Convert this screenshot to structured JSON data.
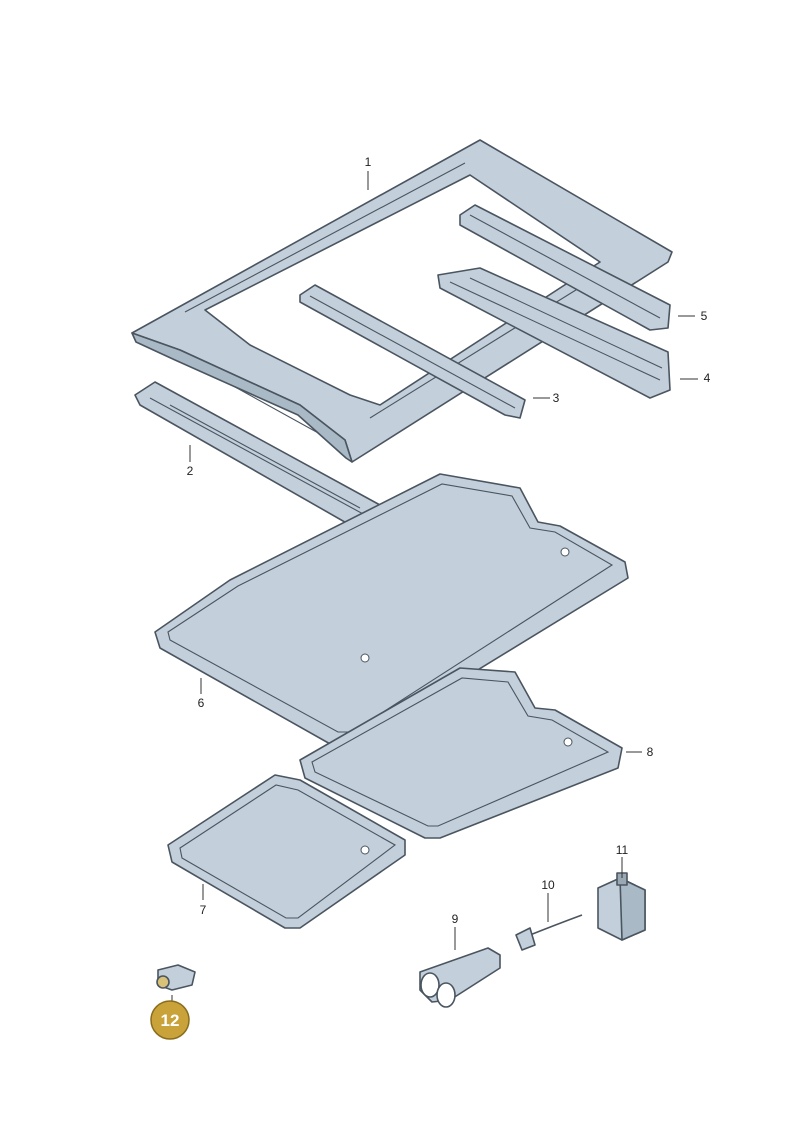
{
  "callouts": {
    "c1": "1",
    "c2": "2",
    "c3": "3",
    "c4": "4",
    "c5": "5",
    "c6": "6",
    "c7": "7",
    "c8": "8",
    "c9": "9",
    "c10": "10",
    "c11": "11",
    "c12": "12"
  },
  "colors": {
    "part_fill": "#c3d0db",
    "part_stroke": "#4a5560",
    "badge": "#c9a33a"
  }
}
